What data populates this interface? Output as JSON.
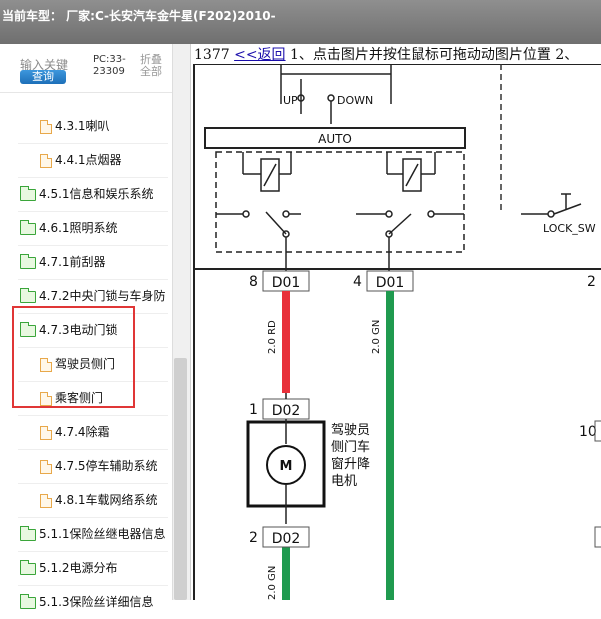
{
  "header": {
    "title": "当前车型： 厂家:C-长安汽车金牛星(F202)2010-"
  },
  "search": {
    "label": "输入关键",
    "query_button": "查询",
    "pc": "PC:33-\n23309",
    "fold": "折叠\n全部"
  },
  "tree": [
    {
      "label": "4.3.1喇叭",
      "type": "file"
    },
    {
      "label": "4.4.1点烟器",
      "type": "file"
    },
    {
      "label": "4.5.1信息和娱乐系统",
      "type": "folder"
    },
    {
      "label": "4.6.1照明系统",
      "type": "folder"
    },
    {
      "label": "4.7.1前刮器",
      "type": "folder"
    },
    {
      "label": "4.7.2中央门锁与车身防",
      "type": "folder"
    },
    {
      "label": "4.7.3电动门锁",
      "type": "folder"
    },
    {
      "label": "驾驶员侧门",
      "type": "file"
    },
    {
      "label": "乘客侧门",
      "type": "file"
    },
    {
      "label": "4.7.4除霜",
      "type": "file"
    },
    {
      "label": "4.7.5停车辅助系统",
      "type": "file"
    },
    {
      "label": "4.8.1车载网络系统",
      "type": "file"
    },
    {
      "label": "5.1.1保险丝继电器信息",
      "type": "folder"
    },
    {
      "label": "5.1.2电源分布",
      "type": "folder"
    },
    {
      "label": "5.1.3保险丝详细信息",
      "type": "folder"
    }
  ],
  "viewer": {
    "page_no": "1377",
    "back_link": "<<返回",
    "hint": "1、点击图片并按住鼠标可拖动动图片位置 2、"
  },
  "diagram": {
    "up": "UP",
    "down": "DOWN",
    "auto": "AUTO",
    "lock": "LOCK_SW",
    "pin8": "8",
    "pin4": "4",
    "pin2a": "2",
    "pin1": "1",
    "pin2b": "2",
    "pin10": "10",
    "d01a": "D01",
    "d01b": "D01",
    "d02a": "D02",
    "d02b": "D02",
    "wire_rd": "2.0 RD",
    "wire_gn": "2.0 GN",
    "wire_gn2": "2.0 GN",
    "motor": "M",
    "motor_label_1": "驾驶员",
    "motor_label_2": "侧门车",
    "motor_label_3": "窗升降",
    "motor_label_4": "电机"
  },
  "colors": {
    "wire_red": "#e8303a",
    "wire_green": "#1f9a4f",
    "highlight": "#e03636"
  }
}
